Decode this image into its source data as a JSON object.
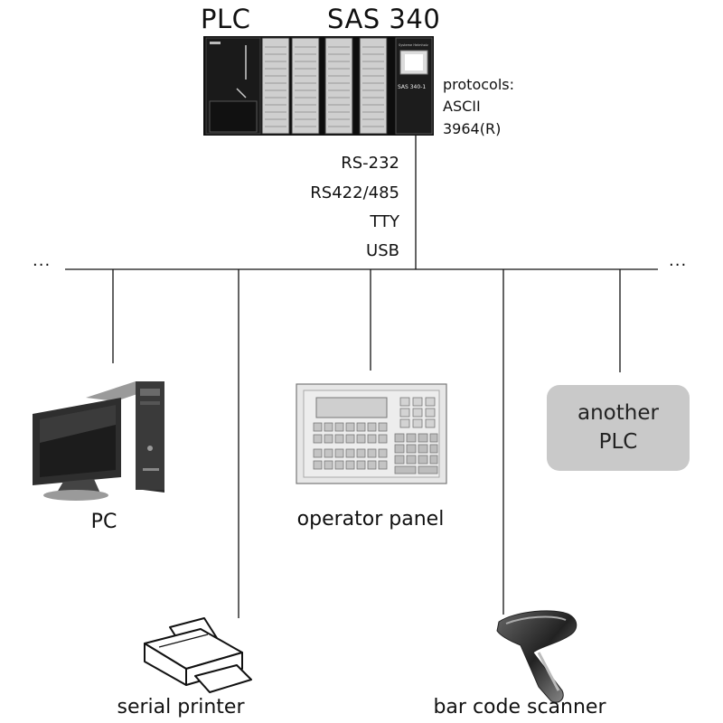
{
  "header": {
    "plc_title": "PLC",
    "sas_title": "SAS 340"
  },
  "module": {
    "label": "SAS 340-1",
    "brand": "Systeme Helmholz"
  },
  "protocols": {
    "heading": "protocols:",
    "items": [
      "ASCII",
      "3964(R)"
    ]
  },
  "interfaces": [
    "RS-232",
    "RS422/485",
    "TTY",
    "USB"
  ],
  "bus": {
    "left_ellipsis": "...",
    "right_ellipsis": "..."
  },
  "devices": {
    "pc": "PC",
    "operator_panel": "operator panel",
    "another_plc": [
      "another",
      "PLC"
    ],
    "serial_printer": "serial printer",
    "bar_code_scanner": "bar code scanner"
  }
}
